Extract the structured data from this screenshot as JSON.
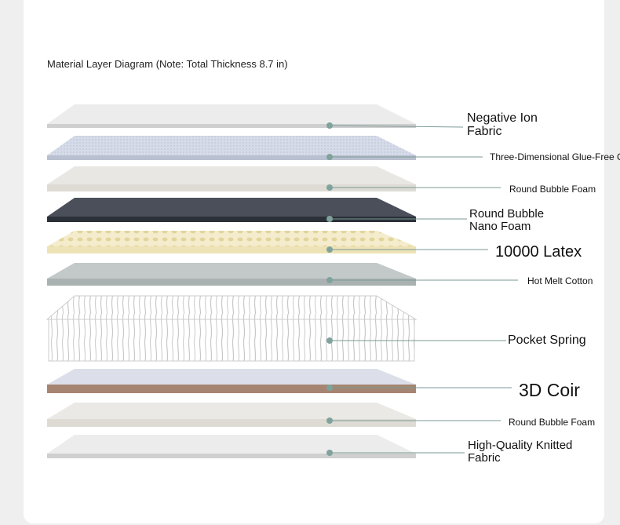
{
  "title": "Material Layer Diagram (Note: Total Thickness 8.7 in)",
  "layers": [
    {
      "line1": "Negative Ion",
      "line2": "Fabric"
    },
    {
      "line1": "Three-Dimensional Glue-Free C",
      "line2": ""
    },
    {
      "line1": "Round Bubble Foam",
      "line2": ""
    },
    {
      "line1": "Round Bubble",
      "line2": "Nano Foam"
    },
    {
      "line1": "10000 Latex",
      "line2": ""
    },
    {
      "line1": "Hot Melt Cotton",
      "line2": ""
    },
    {
      "line1": "Pocket Spring",
      "line2": ""
    },
    {
      "line1": "3D Coir",
      "line2": ""
    },
    {
      "line1": "Round Bubble Foam",
      "line2": ""
    },
    {
      "line1": "High-Quality Knitted",
      "line2": "Fabric"
    }
  ],
  "colors": {
    "leader": "#7a9a95",
    "dot": "#7fa39c"
  }
}
